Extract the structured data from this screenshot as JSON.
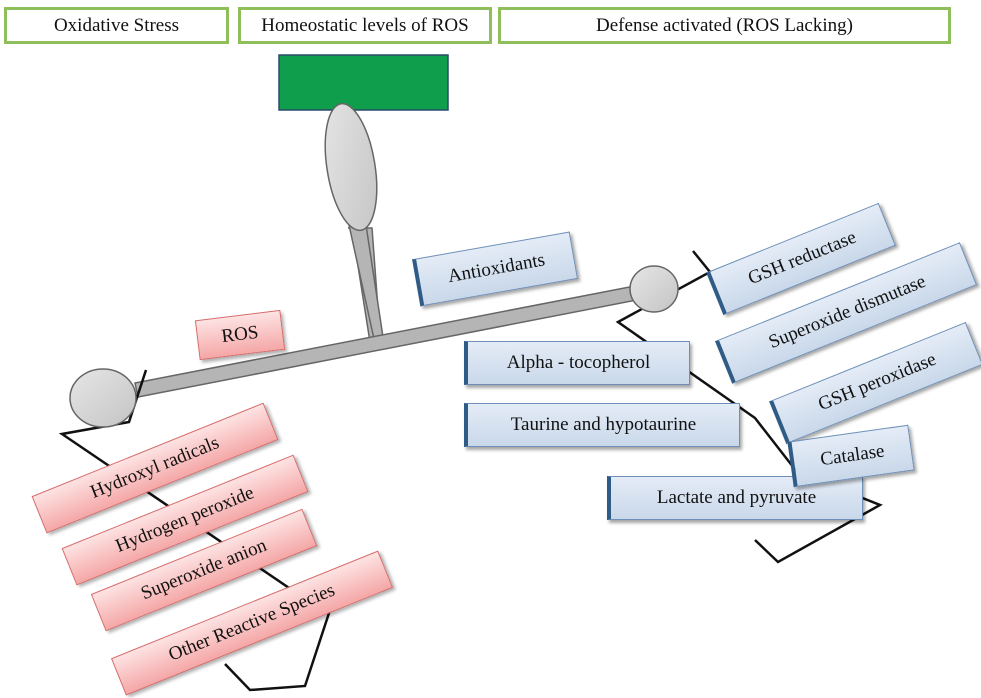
{
  "headers": {
    "oxidative_stress": "Oxidative Stress",
    "homeostatic": "Homeostatic levels of ROS",
    "defense": "Defense activated (ROS Lacking)"
  },
  "colors": {
    "header_border": "#8fbf5a",
    "balance_indicator": "#0e9e4c",
    "beam": "#b5b5b5",
    "ros_box": "#f5a7a7",
    "antioxidant_box": "#c9d8ea"
  },
  "left_pan": {
    "title": "ROS",
    "items": [
      "Hydroxyl radicals",
      "Hydrogen peroxide",
      "Superoxide anion",
      "Other Reactive Species"
    ]
  },
  "right_pan": {
    "title": "Antioxidants",
    "non_enzymatic": [
      "Alpha - tocopherol",
      "Taurine and hypotaurine",
      "Lactate and pyruvate"
    ],
    "enzymatic": [
      "GSH reductase",
      "Superoxide dismutase",
      "GSH peroxidase",
      "Catalase"
    ]
  }
}
